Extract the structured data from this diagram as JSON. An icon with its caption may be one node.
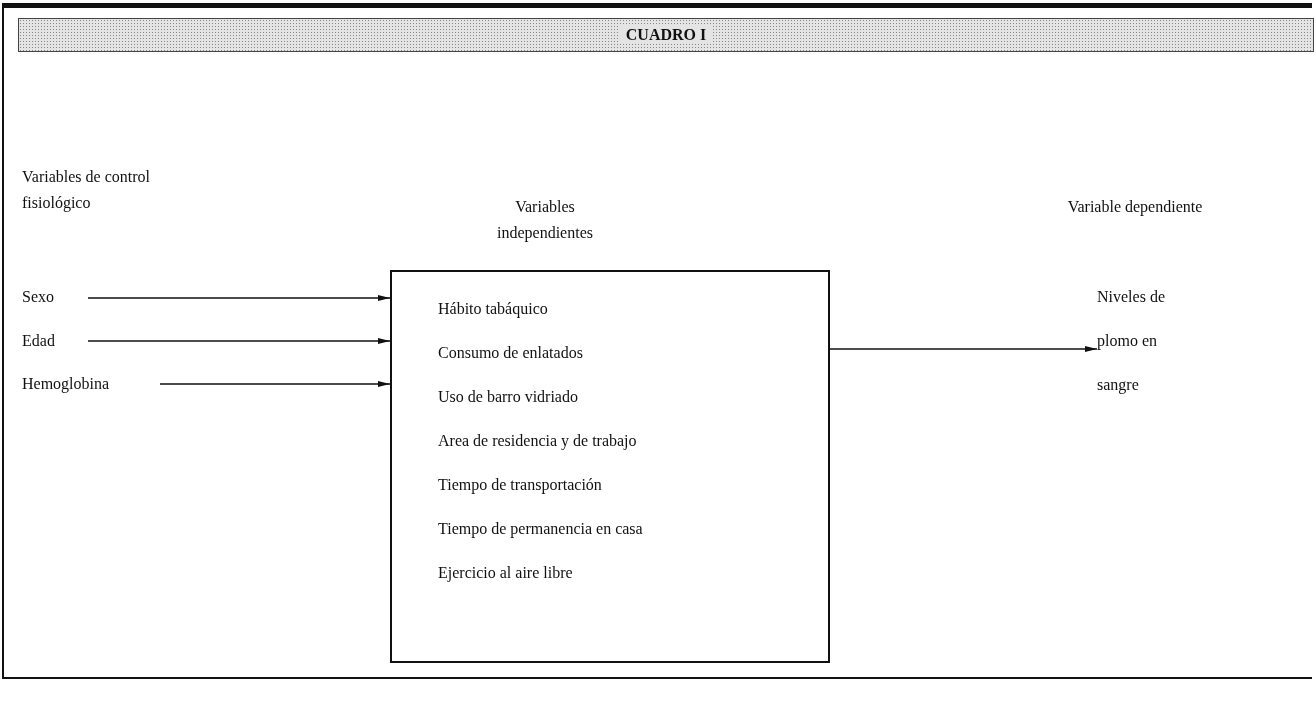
{
  "diagram": {
    "title": "CUADRO I",
    "nodes": [
      {
        "text": [
          "Sexo"
        ]
      },
      {
        "text": [
          "Edad"
        ]
      },
      {
        "text": [
          "Hemoglobina"
        ]
      },
      {
        "text": [
          "Hábito tabáquico",
          "Consumo de enlatados",
          "Uso de barro vidriado",
          "Area de residencia y de trabajo",
          "Tiempo de transportación",
          "Tiempo de permanencia en casa",
          "Ejercicio al aire libre"
        ]
      },
      {
        "text": [
          "Niveles de plomo en sangre"
        ]
      }
    ],
    "edges": [
      {
        "from": 0,
        "to": 3,
        "arrow": "to"
      },
      {
        "from": 1,
        "to": 3,
        "arrow": "to"
      },
      {
        "from": 2,
        "to": 3,
        "arrow": "to"
      },
      {
        "from": 3,
        "to": 4,
        "arrow": "to"
      }
    ],
    "labels": [
      "Variables de control fisiológico",
      "Variables independientes",
      "Variable dependiente"
    ]
  }
}
